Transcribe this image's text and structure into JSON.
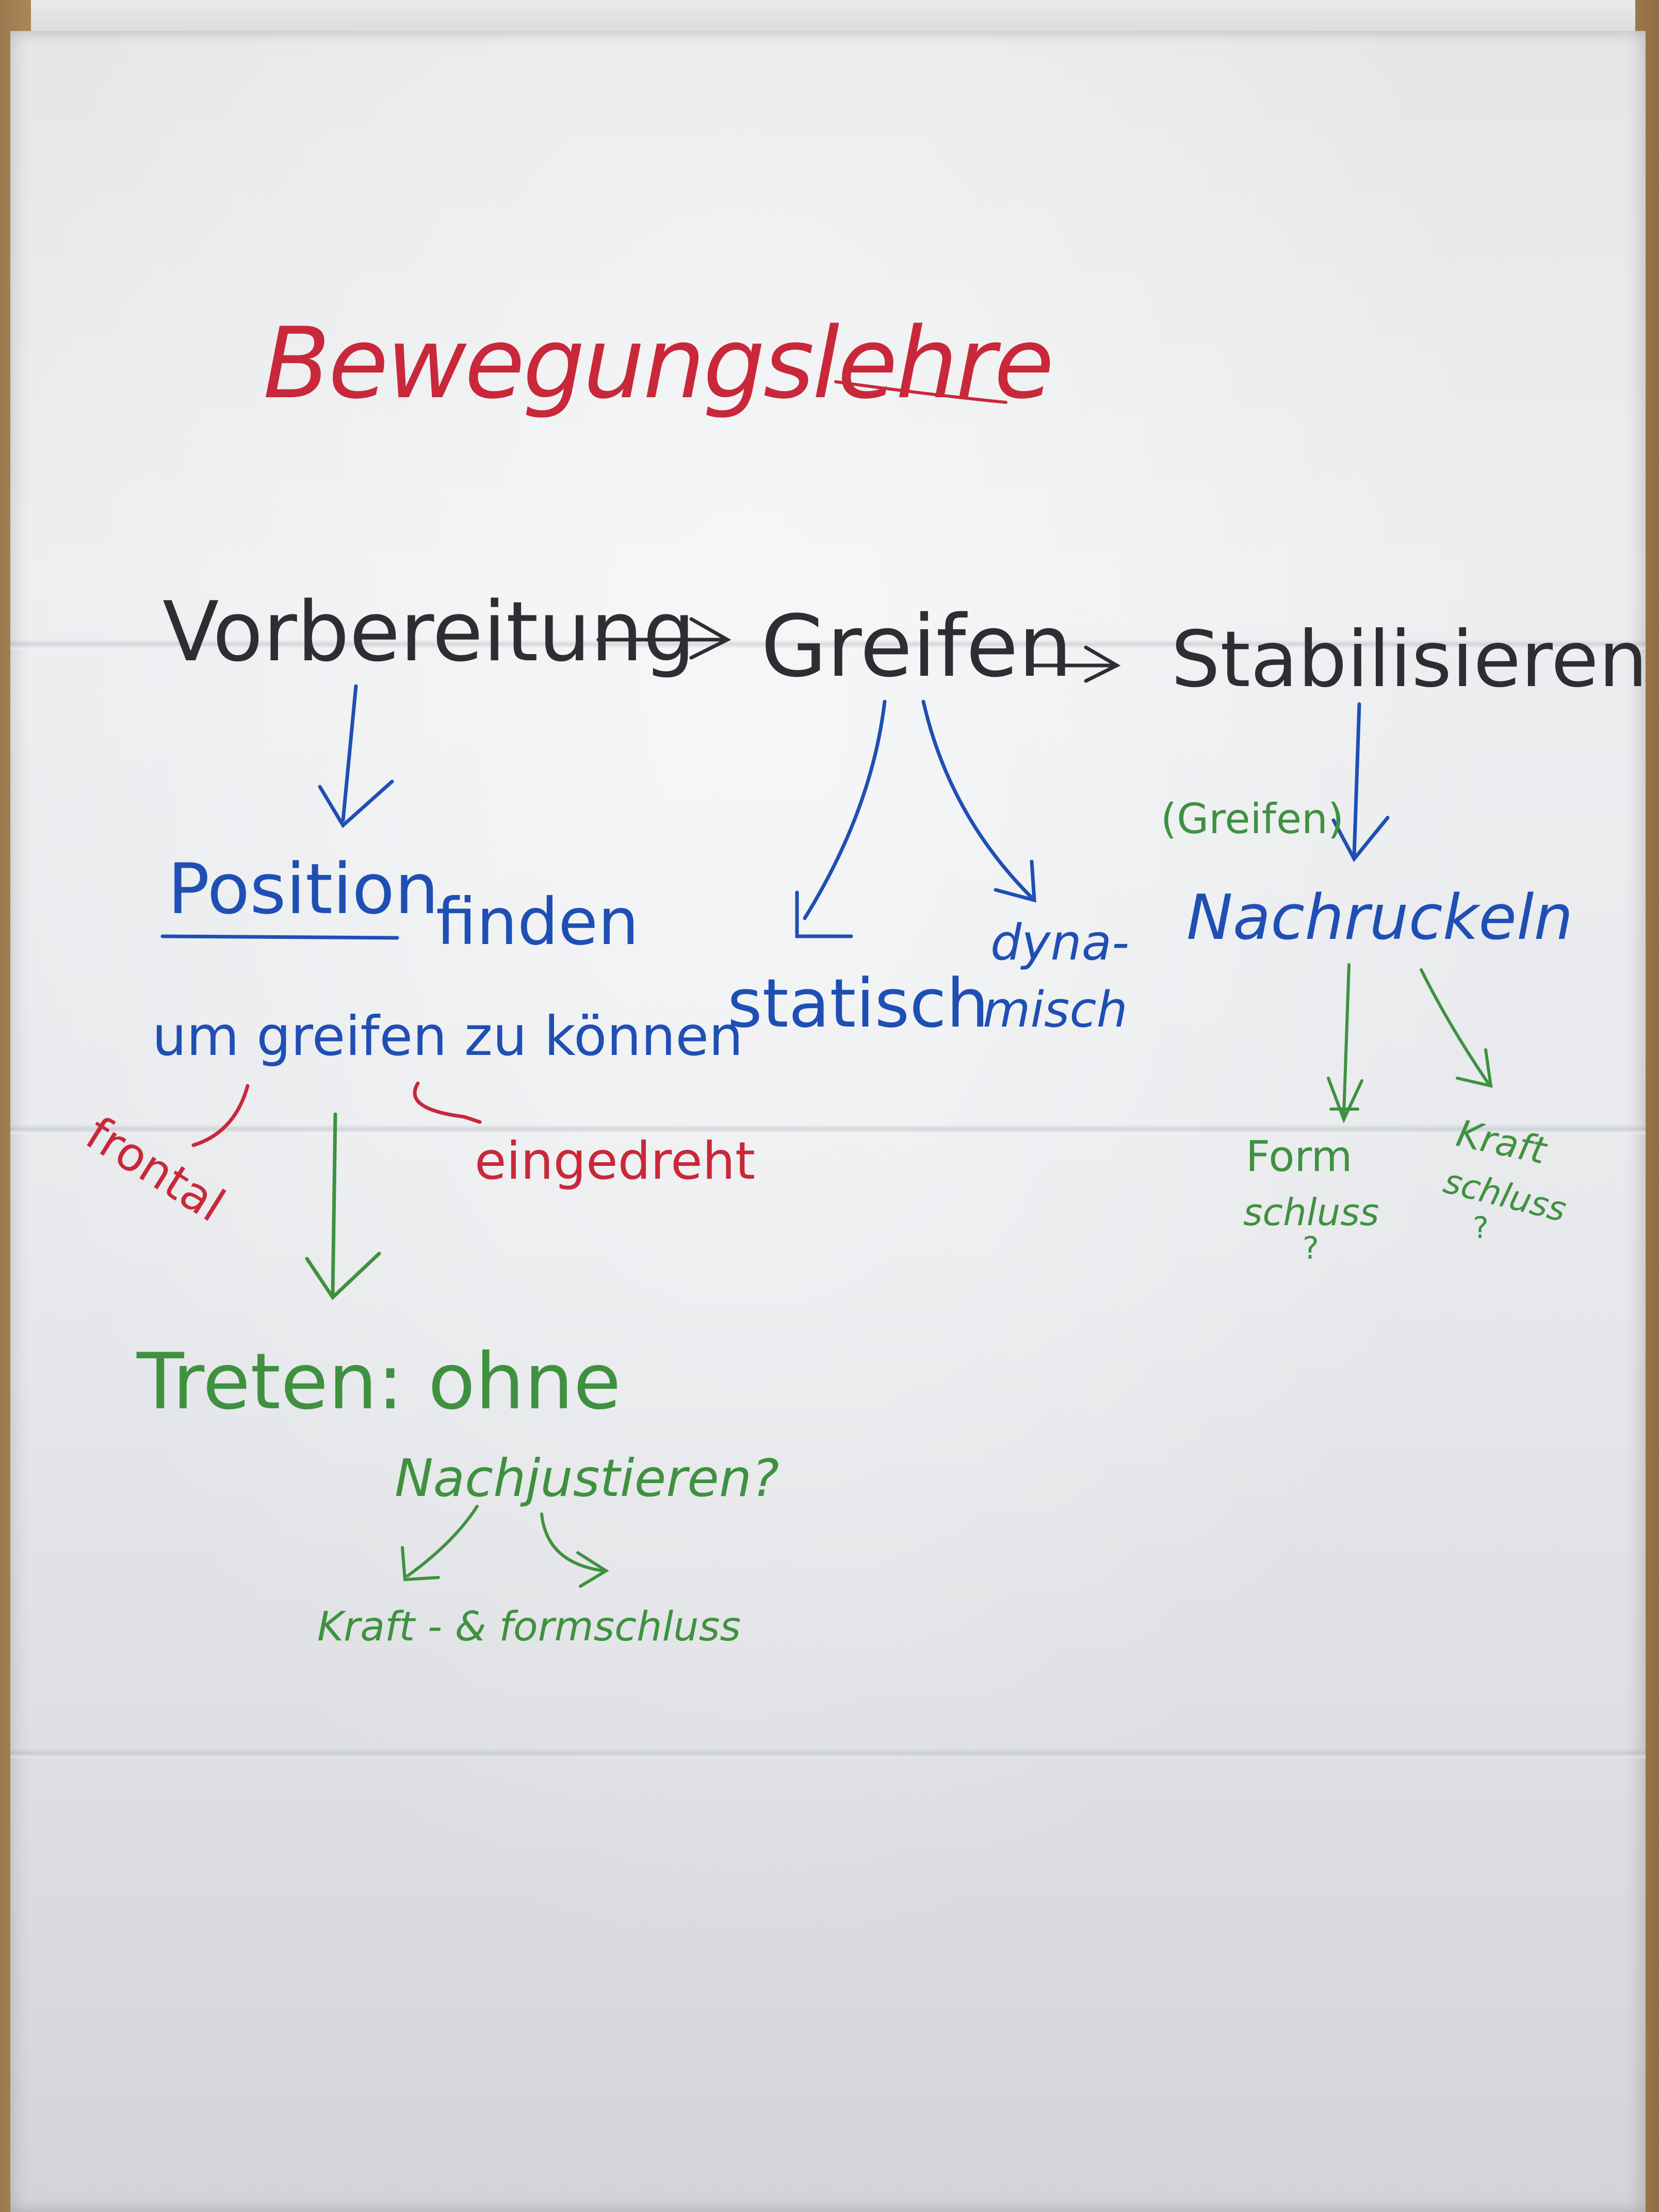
{
  "title": "Bewegungslehre",
  "colors": {
    "title": "#c8283a",
    "main": "#2e2e32",
    "blue": "#1f4fb4",
    "red": "#c8283a",
    "green": "#3f9140"
  },
  "steps": {
    "vorbereitung": "Vorbereitung",
    "greifen": "Greifen",
    "stabilisieren": "Stabilisieren"
  },
  "vorbereitung_branch": {
    "position": "Position",
    "finden": "finden",
    "um_greifen": "um greifen zu können",
    "frontal": "frontal",
    "eingedreht": "eingedreht",
    "treten": "Treten: ohne",
    "nachjustieren": "Nachjustieren?",
    "kraft_formschluss": "Kraft - & formschluss"
  },
  "greifen_branch": {
    "statisch": "statisch",
    "dyna": "dyna-",
    "misch": "misch"
  },
  "stabilisieren_branch": {
    "greifen_paren": "(Greifen)",
    "nachruckeln": "Nachruckeln",
    "form": "Form",
    "schluss_1": "schluss",
    "q1": "?",
    "kraft": "Kraft",
    "schluss_2": "schluss",
    "q2": "?"
  }
}
